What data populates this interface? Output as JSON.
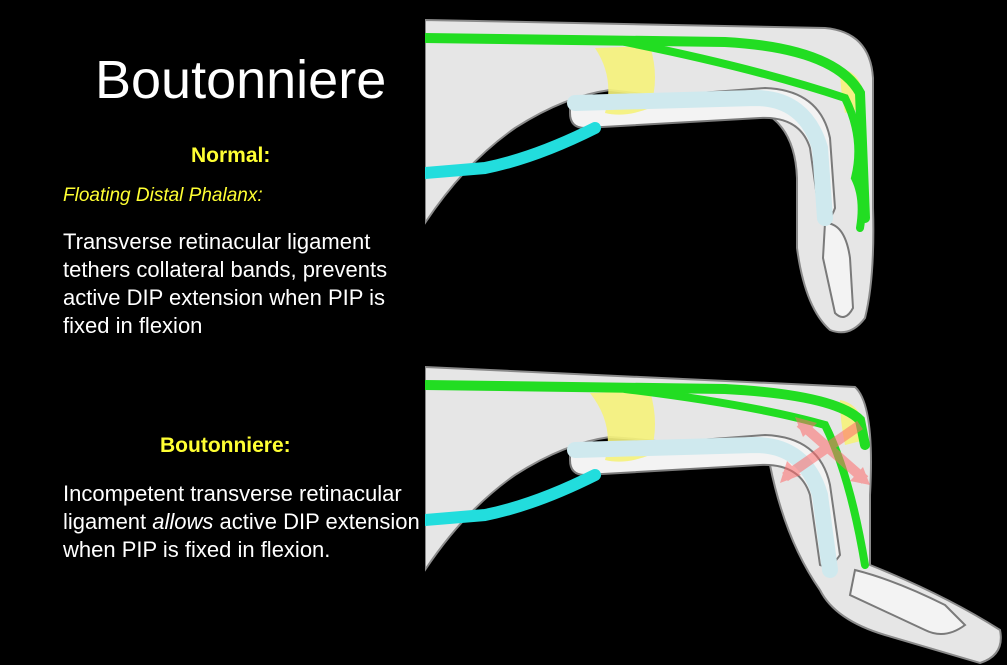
{
  "slide": {
    "title": "Boutonniere",
    "normal": {
      "heading": "Normal:",
      "subheading": "Floating Distal Phalanx:",
      "description": "Transverse retinacular ligament tethers collateral bands, prevents active DIP extension when PIP is fixed in flexion"
    },
    "boutonniere": {
      "heading": "Boutonniere:",
      "description_before": "Incompetent transverse retinacular ligament ",
      "description_emphasis": "allows",
      "description_after": " active DIP extension when PIP is fixed in flexion."
    }
  },
  "colors": {
    "background": "#000000",
    "heading": "#ffff33",
    "text": "#ffffff",
    "tendon": "#22dd22",
    "flexor_tendon": "#22dddd",
    "bone": "#cfe9ee",
    "skin": "#e6e6e6",
    "joint_cartilage": "#f5f27a",
    "arrow": "#ff6b6b"
  }
}
